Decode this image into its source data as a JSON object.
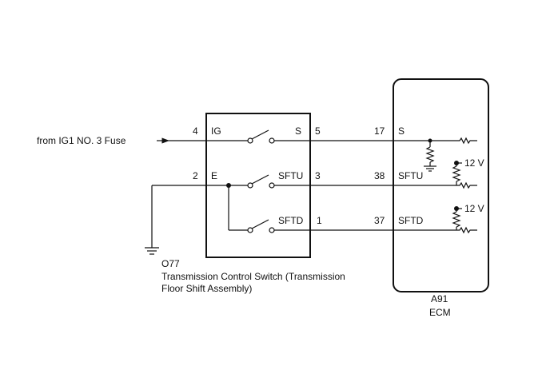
{
  "source_label": "from IG1 NO. 3 Fuse",
  "switch": {
    "connector": "O77",
    "name_line1": "Transmission Control Switch (Transmission",
    "name_line2": "Floor Shift Assembly)",
    "pins": {
      "p4": "4",
      "ig": "IG",
      "s": "S",
      "p5": "5",
      "p2": "2",
      "e": "E",
      "sftu": "SFTU",
      "p3": "3",
      "sftd": "SFTD",
      "p1": "1"
    }
  },
  "ecm": {
    "connector": "A91",
    "name": "ECM",
    "pins": {
      "p17": "17",
      "s": "S",
      "p38": "38",
      "sftu": "SFTU",
      "p37": "37",
      "sftd": "SFTD"
    },
    "voltage1": "12 V",
    "voltage2": "12 V"
  }
}
